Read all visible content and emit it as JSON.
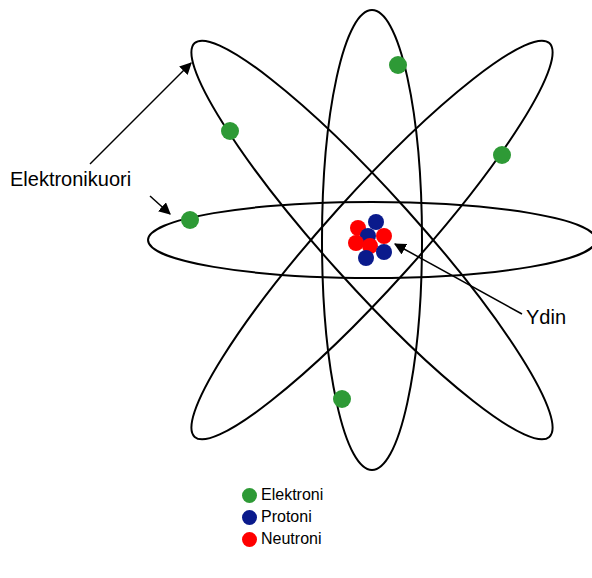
{
  "diagram": {
    "labels": [
      "Elektronikuori",
      "Ydin"
    ],
    "legend": [
      {
        "text": "Elektroni",
        "color": "#2e9a36"
      },
      {
        "text": "Protoni",
        "color": "#0a1a8c"
      },
      {
        "text": "Neutroni",
        "color": "#ff0000"
      }
    ]
  }
}
